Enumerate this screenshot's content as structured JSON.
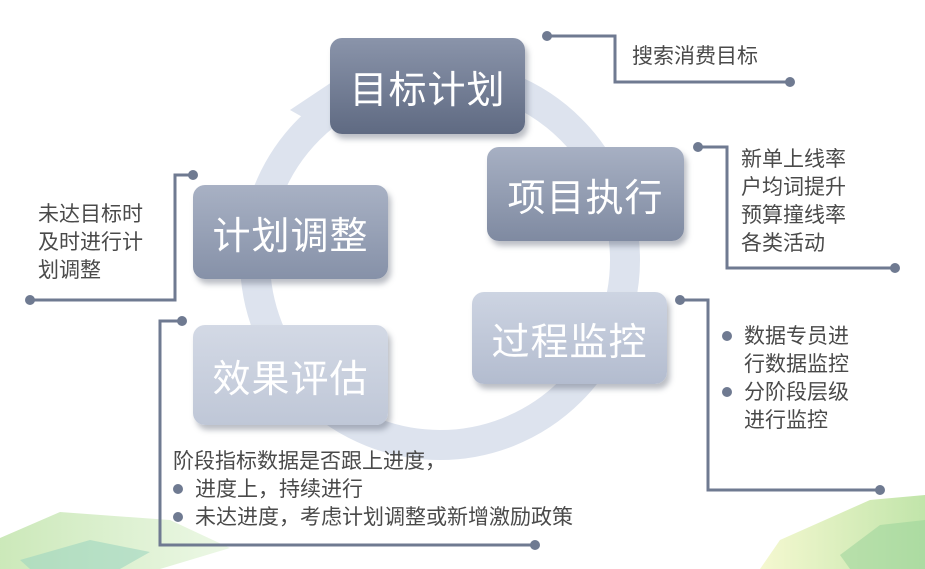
{
  "steps": {
    "plan": "目标计划",
    "execute": "项目执行",
    "monitor": "过程监控",
    "evaluate": "效果评估",
    "adjust": "计划调整"
  },
  "notes": {
    "plan_note": "搜索消费目标",
    "execute_note": [
      "新单上线率",
      "户均词提升",
      "预算撞线率",
      "各类活动"
    ],
    "monitor_note": [
      [
        "数据专员进",
        "行数据监控"
      ],
      [
        "分阶段层级",
        "进行监控"
      ]
    ],
    "evaluate_note": {
      "intro": "阶段指标数据是否跟上进度，",
      "bullets": [
        "进度上，持续进行",
        "未达进度，考虑计划调整或新增激励政策"
      ]
    },
    "adjust_note": [
      "未达目标时",
      "及时进行计",
      "划调整"
    ]
  },
  "colors": {
    "box_dark": "#6d7890",
    "box_light": "#c7cfdf",
    "connector": "#6f7a91",
    "ring": "#dde3ee",
    "text": "#4a4a4a"
  }
}
